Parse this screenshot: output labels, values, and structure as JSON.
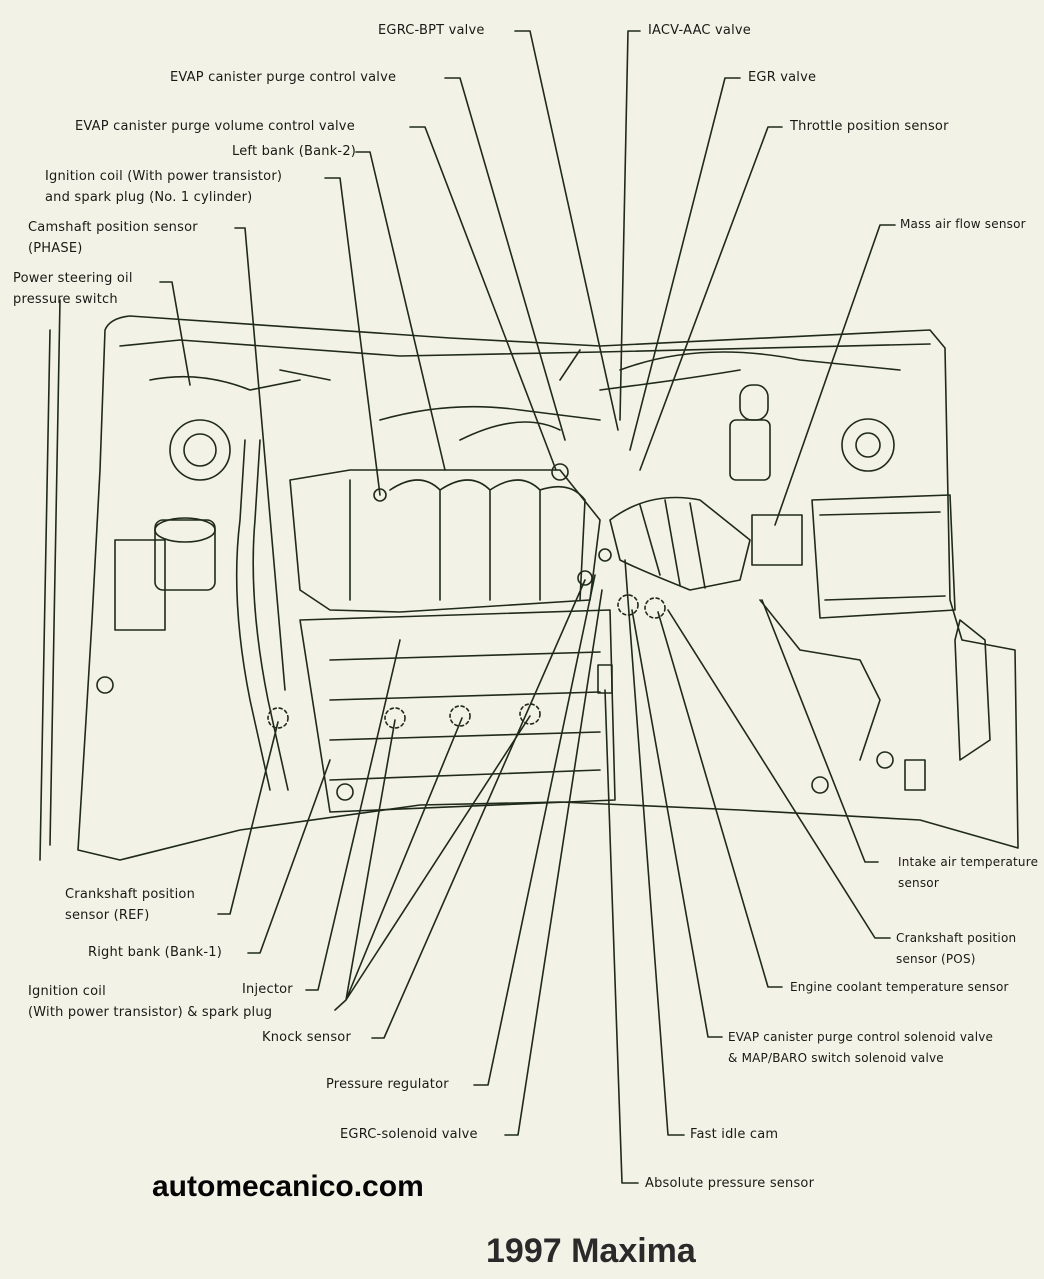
{
  "labels": {
    "egrc_bpt": "EGRC-BPT valve",
    "iacv_aac": "IACV-AAC valve",
    "evap_purge_control": "EVAP canister purge control valve",
    "egr_valve": "EGR valve",
    "evap_purge_volume": "EVAP canister purge volume control valve",
    "throttle_position": "Throttle position sensor",
    "left_bank": "Left bank (Bank-2)",
    "ignition_coil_top": [
      "Ignition coil (With power transistor)",
      "and spark plug (No. 1 cylinder)"
    ],
    "camshaft_position": [
      "Camshaft position sensor",
      "(PHASE)"
    ],
    "mass_air_flow": "Mass air flow sensor",
    "power_steering": [
      "Power steering oil",
      "pressure switch"
    ],
    "crankshaft_ref": [
      "Crankshaft position",
      "sensor (REF)"
    ],
    "right_bank": "Right bank (Bank-1)",
    "ignition_coil_bottom": [
      "Ignition coil",
      "(With power transistor) & spark plug"
    ],
    "injector": "Injector",
    "knock_sensor": "Knock sensor",
    "pressure_regulator": "Pressure regulator",
    "egrc_solenoid": "EGRC-solenoid valve",
    "absolute_pressure": "Absolute pressure sensor",
    "fast_idle_cam": "Fast idle cam",
    "evap_solenoid": [
      "EVAP canister purge control solenoid valve",
      "& MAP/BARO switch solenoid valve"
    ],
    "engine_coolant": "Engine coolant temperature sensor",
    "crankshaft_pos": [
      "Crankshaft position",
      "sensor (POS)"
    ],
    "intake_air_temp": [
      "Intake air temperature",
      "sensor"
    ]
  },
  "footer": {
    "site": "automecanico.com",
    "title": "1997 Maxima"
  },
  "colors": {
    "background": "#f3f2e6",
    "line": "#1f2a1c"
  }
}
